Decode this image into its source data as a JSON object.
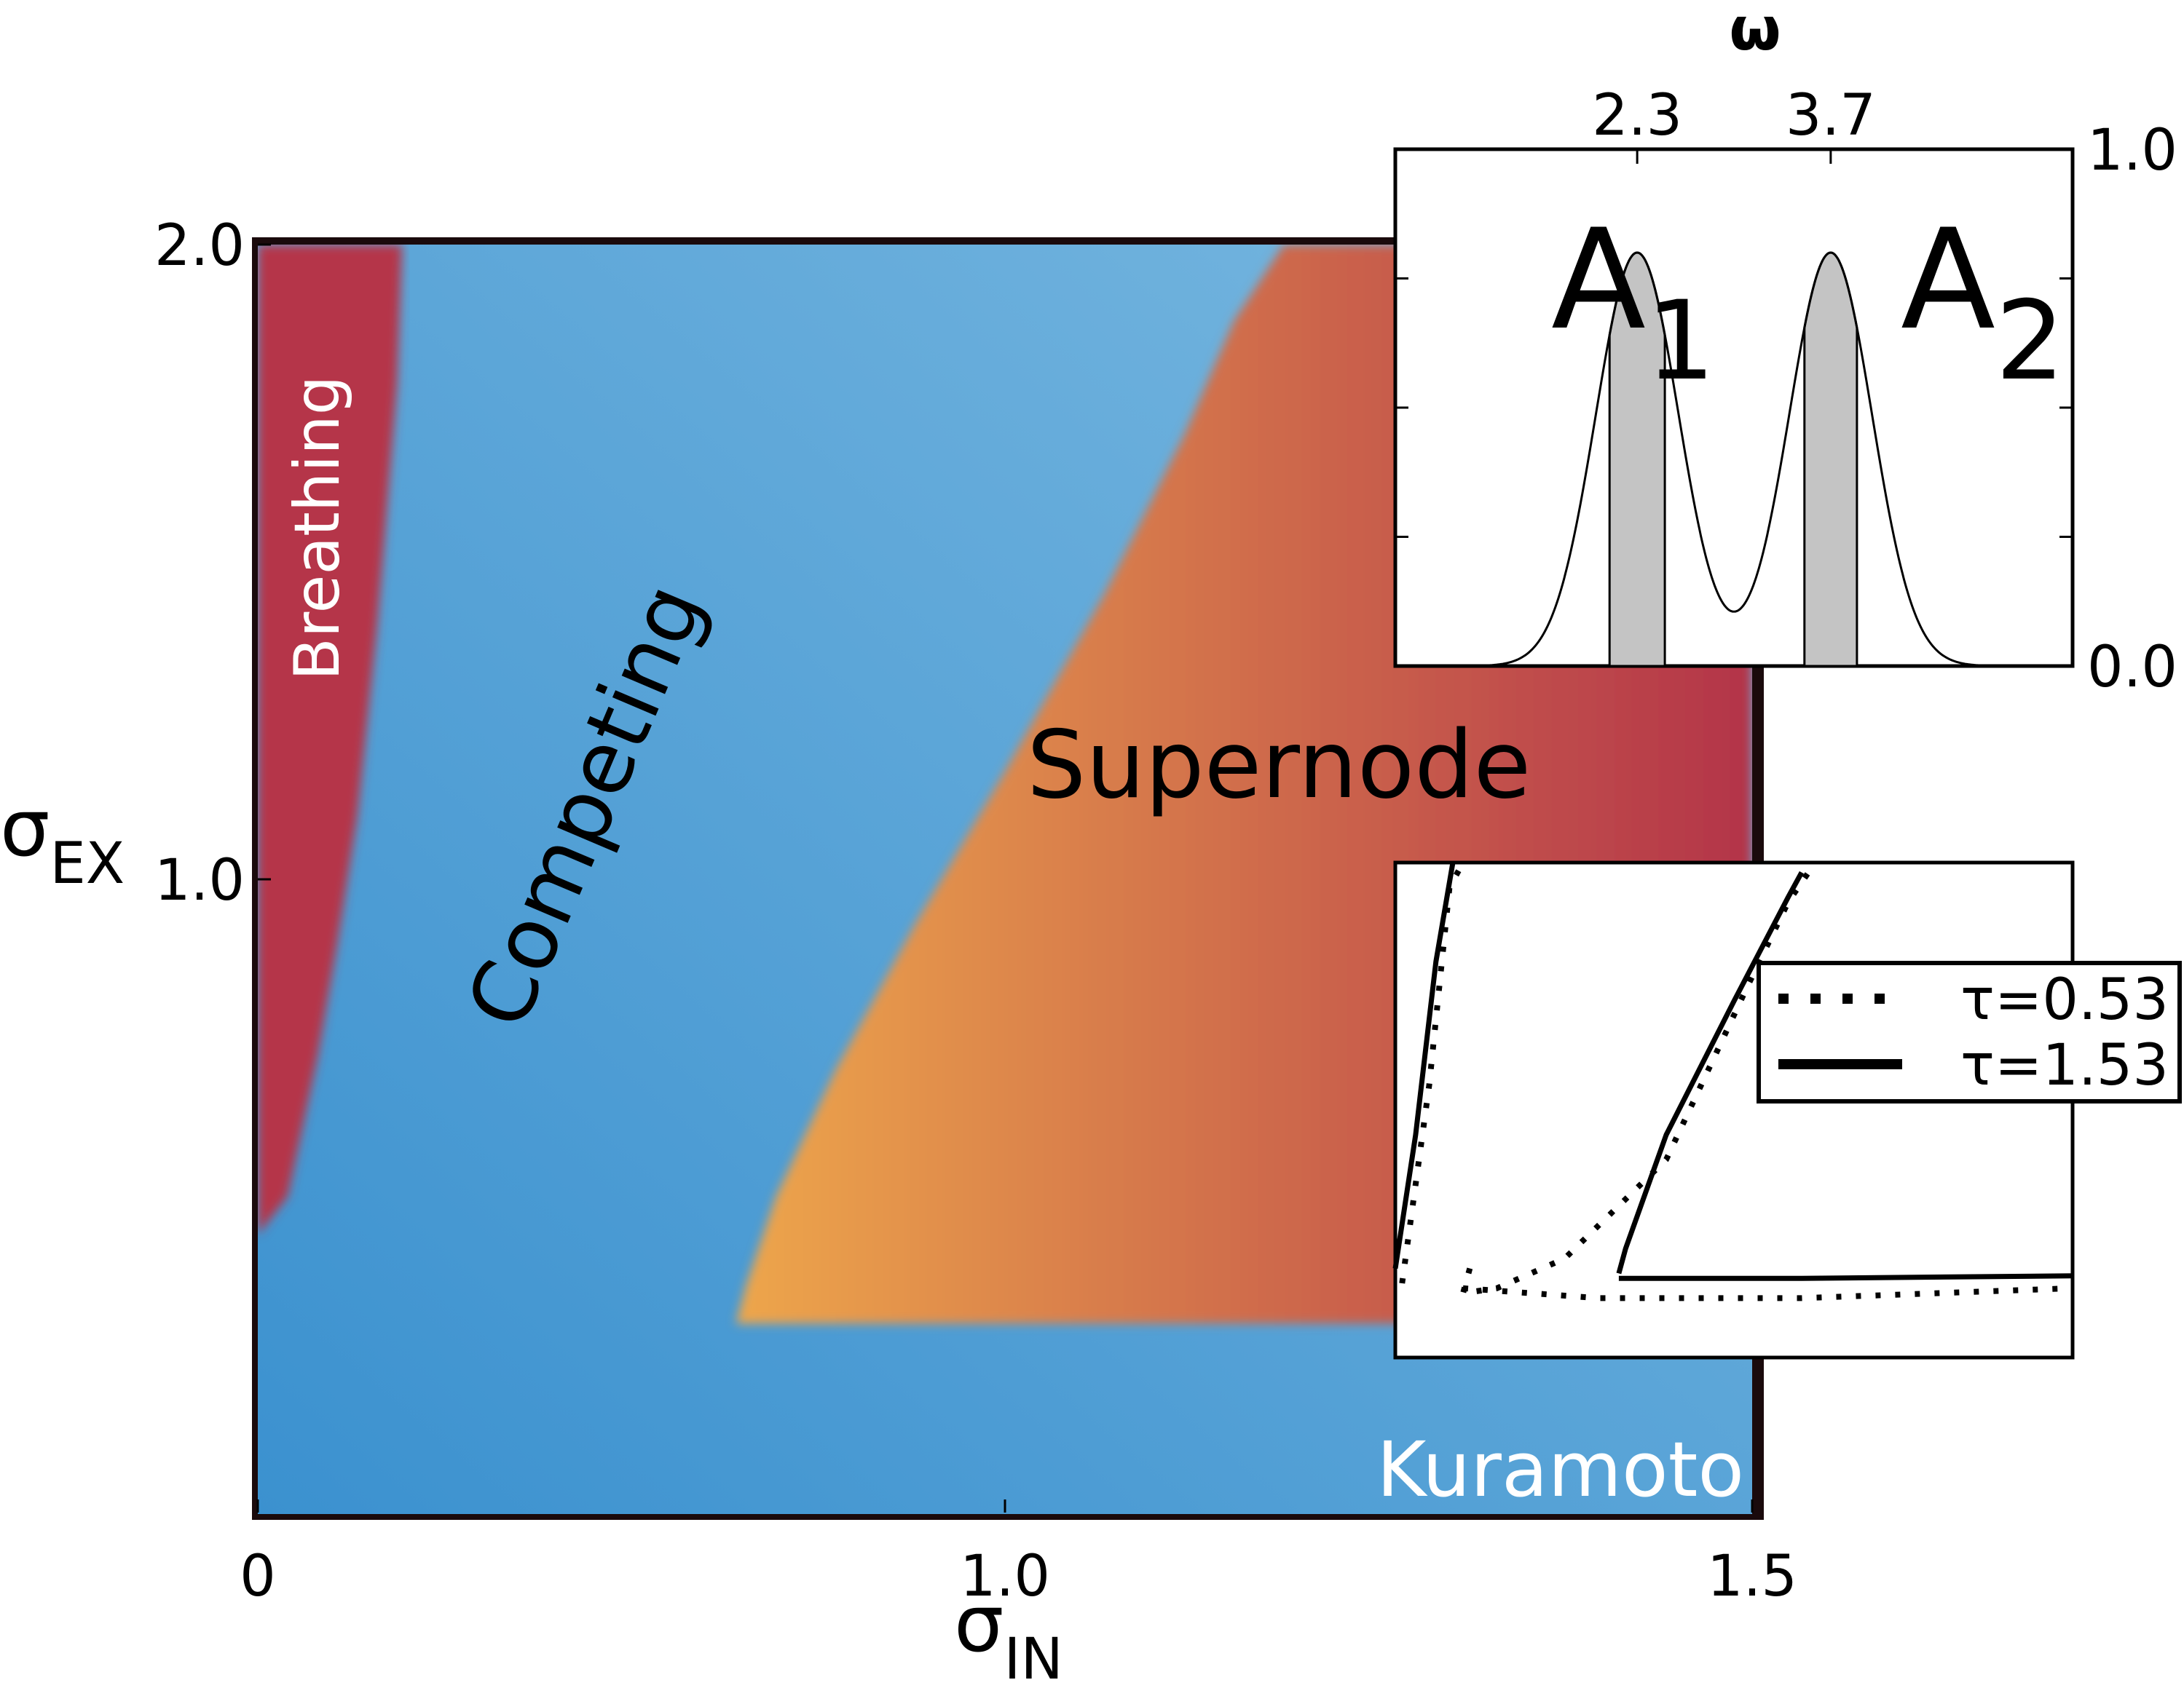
{
  "chart_data": [
    {
      "type": "heatmap",
      "description_role": "main",
      "xlabel": "σ",
      "xlabel_sub": "IN",
      "ylabel": "σ",
      "ylabel_sub": "EX",
      "xlim": [
        0,
        1.5
      ],
      "ylim": [
        0,
        2.0
      ],
      "x_ticks": [
        {
          "value": 0,
          "label": "0"
        },
        {
          "value": 0.75,
          "label": "1.0"
        },
        {
          "value": 1.5,
          "label": "1.5"
        }
      ],
      "y_ticks": [
        {
          "value": 1.0,
          "label": "1.0"
        },
        {
          "value": 2.0,
          "label": "2.0"
        }
      ],
      "regions": [
        {
          "label": "Breathing",
          "color": "#b5344a",
          "polygon": [
            [
              0,
              0.44
            ],
            [
              0,
              2.0
            ],
            [
              0.145,
              2.0
            ],
            [
              0.14,
              1.78
            ],
            [
              0.12,
              1.4
            ],
            [
              0.1,
              1.1
            ],
            [
              0.08,
              0.9
            ],
            [
              0.06,
              0.72
            ],
            [
              0.03,
              0.5
            ],
            [
              0.005,
              0.45
            ]
          ]
        },
        {
          "label": "Supernode",
          "color_from": "#eda64c",
          "color_to": "#b3344a",
          "polygon": [
            [
              0.48,
              0.3
            ],
            [
              0.49,
              0.36
            ],
            [
              0.52,
              0.5
            ],
            [
              0.58,
              0.7
            ],
            [
              0.66,
              0.93
            ],
            [
              0.75,
              1.17
            ],
            [
              0.85,
              1.45
            ],
            [
              0.93,
              1.7
            ],
            [
              0.98,
              1.88
            ],
            [
              1.03,
              2.0
            ],
            [
              1.5,
              2.0
            ],
            [
              1.5,
              0.3
            ]
          ]
        },
        {
          "label": "Competing",
          "color_from": "#3f96d0",
          "color_to": "#70b3dd"
        },
        {
          "label": "Kuramoto",
          "color": "#62a8d8"
        }
      ]
    },
    {
      "type": "area",
      "description_role": "top inset",
      "xlabel": "ω",
      "x_ticks": [
        {
          "value": 2.3,
          "label": "2.3"
        },
        {
          "value": 3.7,
          "label": "3.7"
        }
      ],
      "xlim": [
        0.55,
        5.45
      ],
      "ylim": [
        0,
        1.0
      ],
      "y_ticks": [
        {
          "value": 0,
          "label": "0.0"
        },
        {
          "value": 1.0,
          "label": "1.0"
        }
      ],
      "peak_sigma": 0.3,
      "peak_height": 0.8,
      "series": [
        {
          "name": "A₁",
          "center": 2.3,
          "shaded": [
            2.1,
            2.5
          ]
        },
        {
          "name": "A₂",
          "center": 3.7,
          "shaded": [
            3.51,
            3.89
          ]
        }
      ],
      "peak_labels": [
        {
          "letter": "A",
          "sub": "1"
        },
        {
          "letter": "A",
          "sub": "2"
        }
      ]
    },
    {
      "type": "line",
      "description_role": "bottom inset",
      "xlim": [
        0,
        1
      ],
      "ylim": [
        0,
        1
      ],
      "series": [
        {
          "name": "τ=0.53",
          "style": "dotted",
          "segments": [
            [
              [
                0.01,
                0.15
              ],
              [
                0.05,
                0.55
              ],
              [
                0.08,
                0.95
              ],
              [
                0.1,
                1.0
              ]
            ],
            [
              [
                0.11,
                0.18
              ],
              [
                0.1,
                0.13
              ],
              [
                0.15,
                0.14
              ],
              [
                0.25,
                0.2
              ],
              [
                0.4,
                0.4
              ],
              [
                0.52,
                0.75
              ],
              [
                0.58,
                0.92
              ],
              [
                0.61,
                0.98
              ]
            ],
            [
              [
                0.1,
                0.14
              ],
              [
                0.3,
                0.12
              ],
              [
                0.6,
                0.12
              ],
              [
                1.0,
                0.14
              ]
            ]
          ]
        },
        {
          "name": "τ=1.53",
          "style": "solid",
          "segments": [
            [
              [
                0.0,
                0.18
              ],
              [
                0.03,
                0.45
              ],
              [
                0.06,
                0.8
              ],
              [
                0.085,
                1.0
              ]
            ],
            [
              [
                0.33,
                0.17
              ],
              [
                0.34,
                0.22
              ],
              [
                0.4,
                0.45
              ],
              [
                0.5,
                0.72
              ],
              [
                0.58,
                0.93
              ],
              [
                0.6,
                0.98
              ]
            ],
            [
              [
                0.33,
                0.16
              ],
              [
                0.6,
                0.16
              ],
              [
                1.0,
                0.165
              ]
            ]
          ]
        }
      ],
      "legend": [
        {
          "label": "τ=0.53",
          "style": "dotted"
        },
        {
          "label": "τ=1.53",
          "style": "solid"
        }
      ]
    }
  ]
}
